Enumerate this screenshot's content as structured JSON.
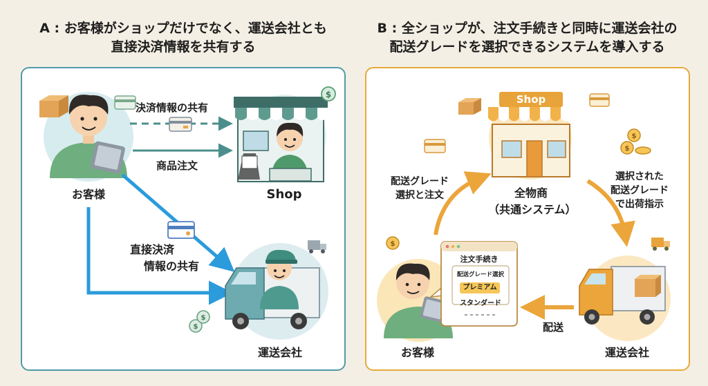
{
  "panel_a": {
    "title_line1": "A : お客様がショップだけでなく、運送会社とも",
    "title_line2": "直接決済情報を共有する",
    "customer_label": "お客様",
    "shop_label": "Shop",
    "carrier_label": "運送会社",
    "arrow_payment_share": "決済情報の共有",
    "arrow_order": "商品注文",
    "arrow_direct_line1": "直接決済",
    "arrow_direct_line2": "情報の共有"
  },
  "panel_b": {
    "title_line1": "B : 全ショップが、注文手続きと同時に運送会社の",
    "title_line2": "配送グレードを選択できるシステムを導入する",
    "shop_sign": "Shop",
    "hub_label_line1": "全物商",
    "hub_label_line2": "（共通システム）",
    "arrow_left_line1": "配送グレード",
    "arrow_left_line2": "選択と注文",
    "arrow_right_line1": "選択された",
    "arrow_right_line2": "配送グレード",
    "arrow_right_line3": "で出荷指示",
    "arrow_bottom": "配送",
    "customer_label": "お客様",
    "carrier_label": "運送会社",
    "ui": {
      "title": "注文手続き",
      "option": "配送グレード選択",
      "premium": "プレミアム",
      "standard": "スタンダード"
    }
  },
  "colors": {
    "panel_a_border": "#4f9aa8",
    "panel_b_border": "#e6a93a",
    "arrow_blue": "#2b9bdb",
    "arrow_teal": "#4a8f8c",
    "arrow_orange": "#eba53a"
  }
}
